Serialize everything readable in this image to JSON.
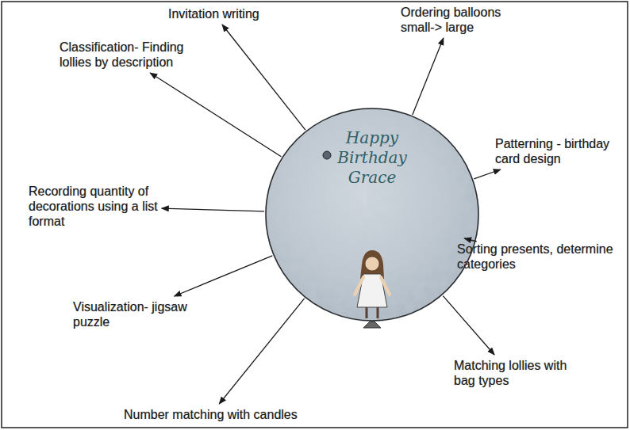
{
  "diagram": {
    "nodes": [
      {
        "text": [
          "Happy Birthday Grace"
        ]
      },
      {
        "text": [
          "Invitation writing"
        ]
      },
      {
        "text": [
          "Ordering balloons small-> large"
        ]
      },
      {
        "text": [
          "Patterning - birthday card design"
        ]
      },
      {
        "text": [
          "Sorting presents, determine categories"
        ]
      },
      {
        "text": [
          "Matching lollies with bag types"
        ]
      },
      {
        "text": [
          "Number matching with candles"
        ]
      },
      {
        "text": [
          "Visualization- jigsaw puzzle"
        ]
      },
      {
        "text": [
          "Recording quantity of decorations using a list format"
        ]
      },
      {
        "text": [
          "Classification- Finding lollies by description"
        ]
      }
    ],
    "edges": [
      {
        "from": 0,
        "to": 1,
        "arrow": "to"
      },
      {
        "from": 0,
        "to": 2,
        "arrow": "to"
      },
      {
        "from": 0,
        "to": 3,
        "arrow": "to"
      },
      {
        "from": 0,
        "to": 4,
        "arrow": "to"
      },
      {
        "from": 0,
        "to": 5,
        "arrow": "to"
      },
      {
        "from": 0,
        "to": 6,
        "arrow": "to"
      },
      {
        "from": 0,
        "to": 7,
        "arrow": "to"
      },
      {
        "from": 0,
        "to": 8,
        "arrow": "to"
      },
      {
        "from": 0,
        "to": 9,
        "arrow": "to"
      }
    ]
  }
}
